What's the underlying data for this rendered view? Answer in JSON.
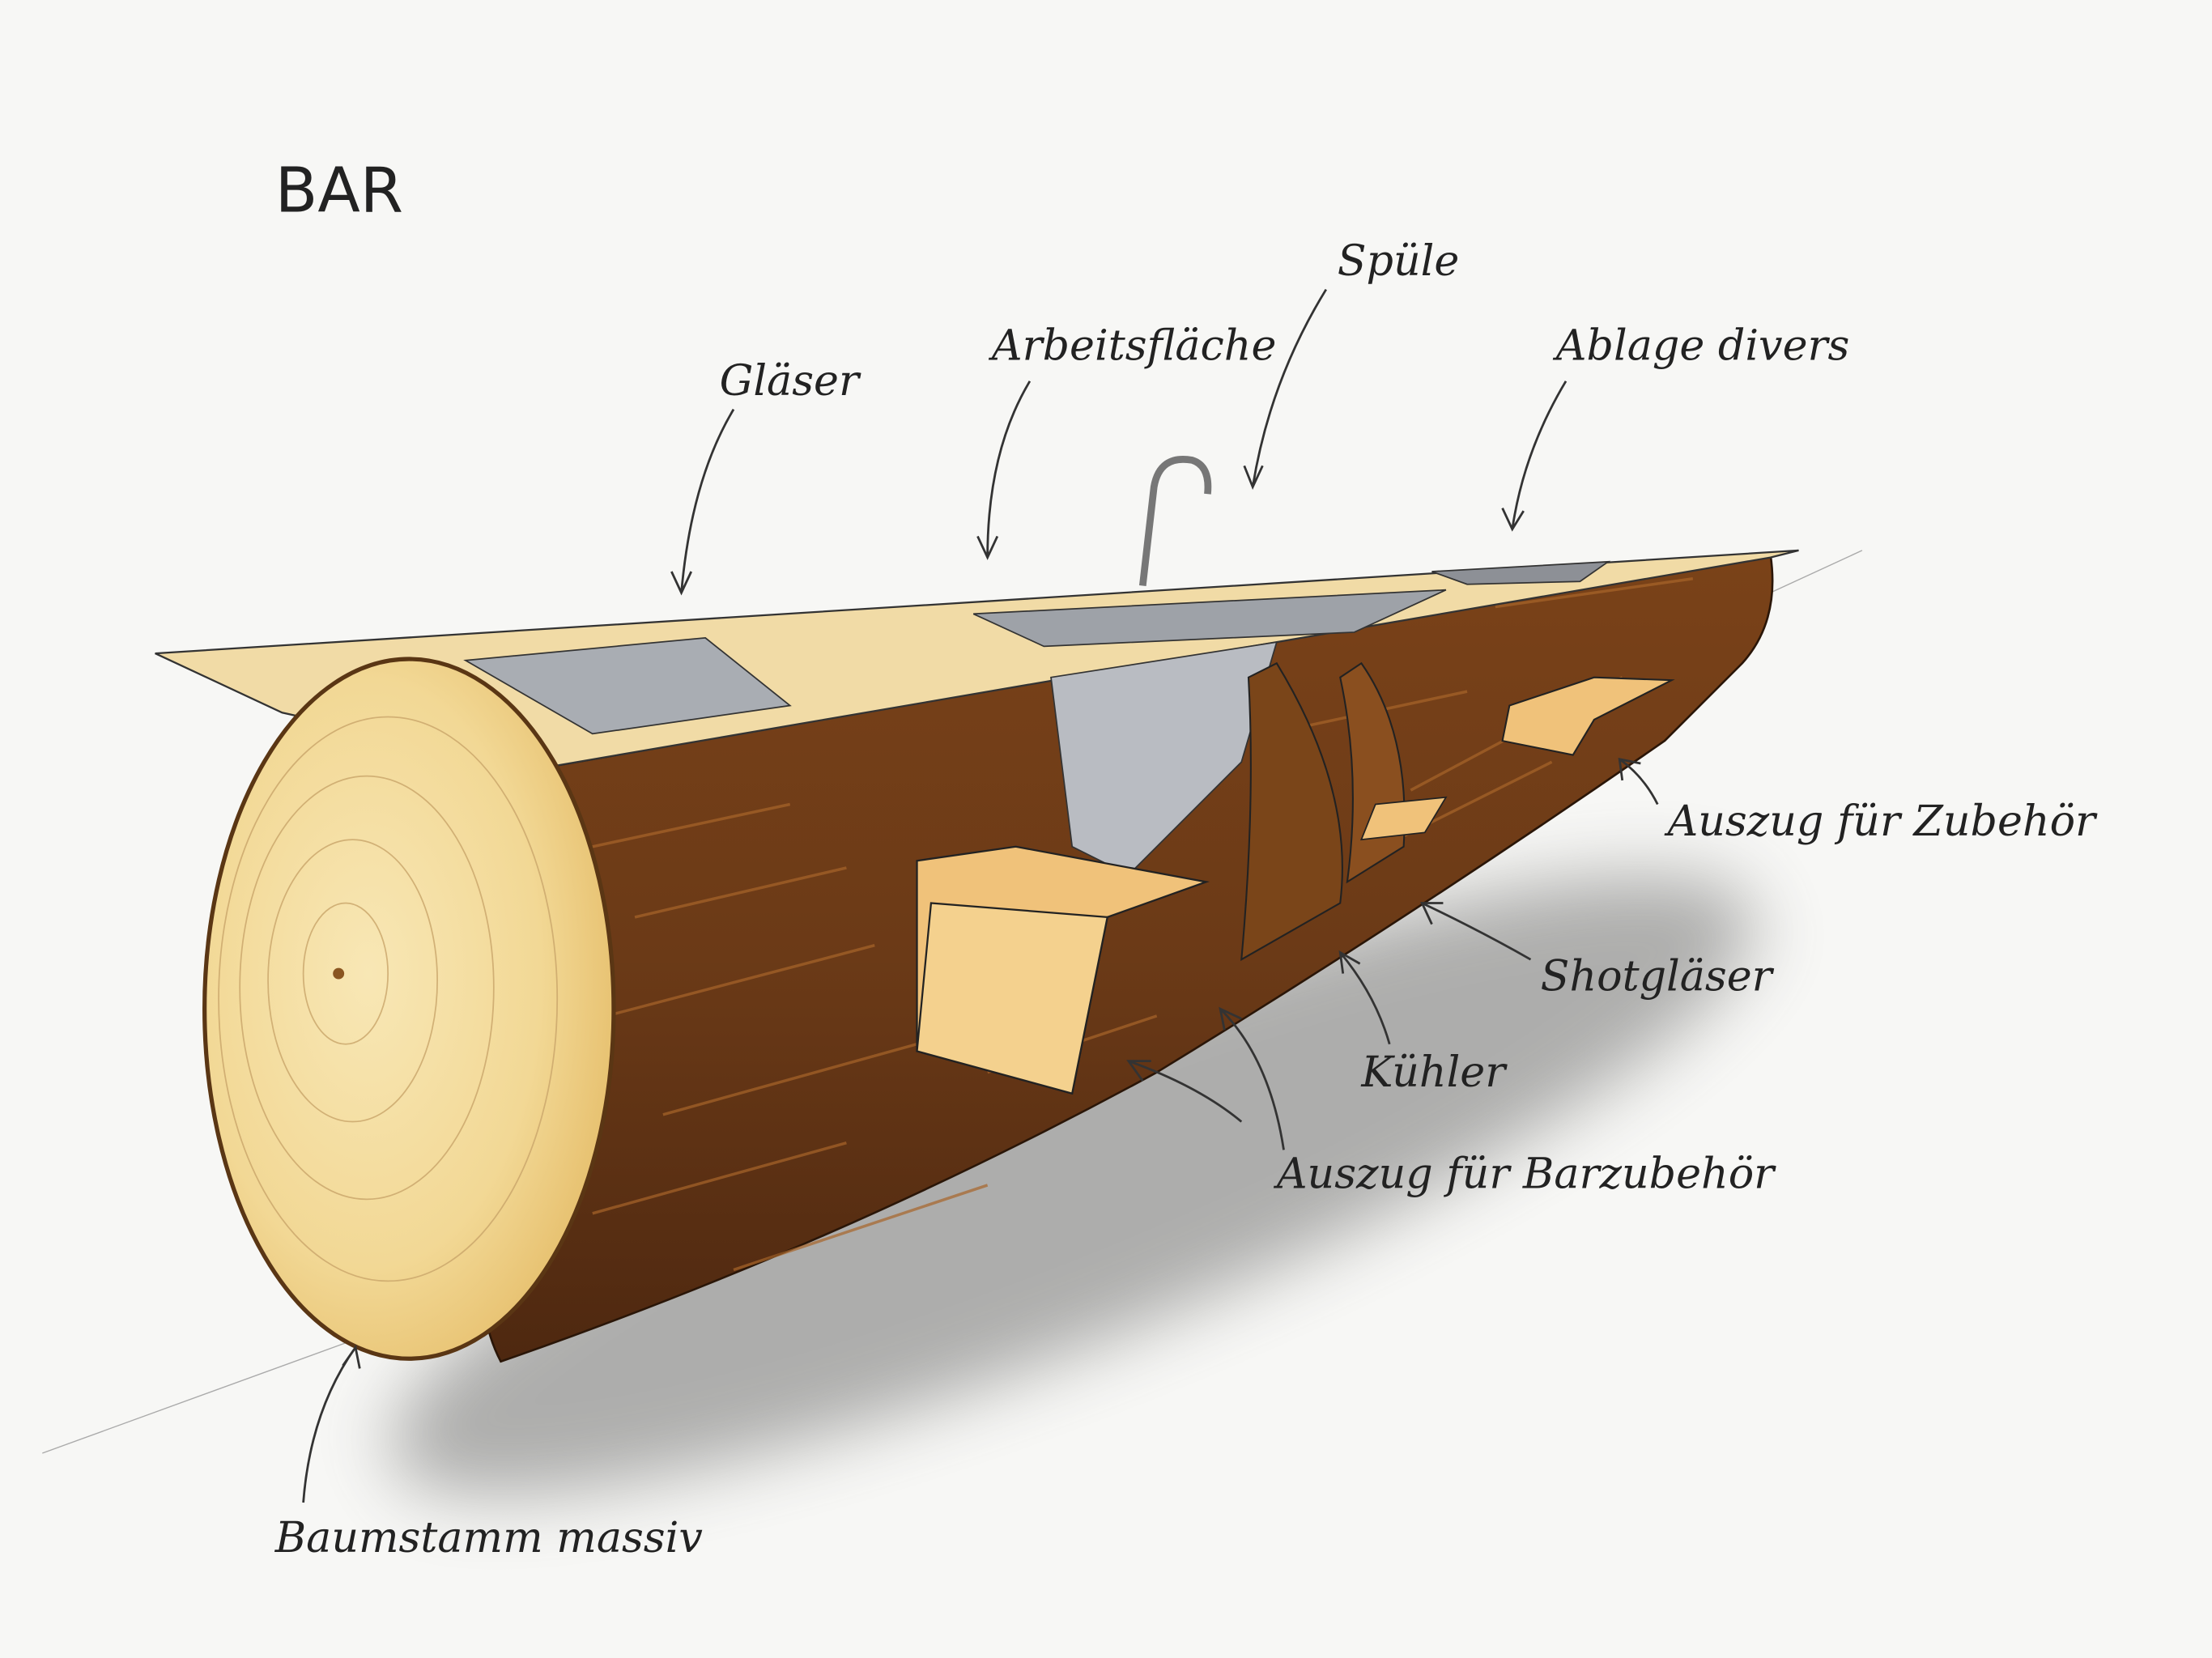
{
  "title": "BAR",
  "labels": {
    "glasses": "Gläser",
    "worktop": "Arbeitsfläche",
    "sink": "Spüle",
    "storage": "Ablage divers",
    "drawer_accessories": "Auszug für Zubehör",
    "shot_glasses": "Shotgläser",
    "cooler": "Kühler",
    "drawer_bar_accessories": "Auszug für Barzubehör",
    "trunk": "Baumstamm massiv"
  },
  "colors": {
    "bark": "#6b3a17",
    "bark_light": "#9a5a22",
    "end_grain": "#f2dc9e",
    "worktop": "#f1dba6",
    "steel": "#b9bcc2",
    "drawer": "#f0c27a",
    "background": "#f7f7f5"
  }
}
